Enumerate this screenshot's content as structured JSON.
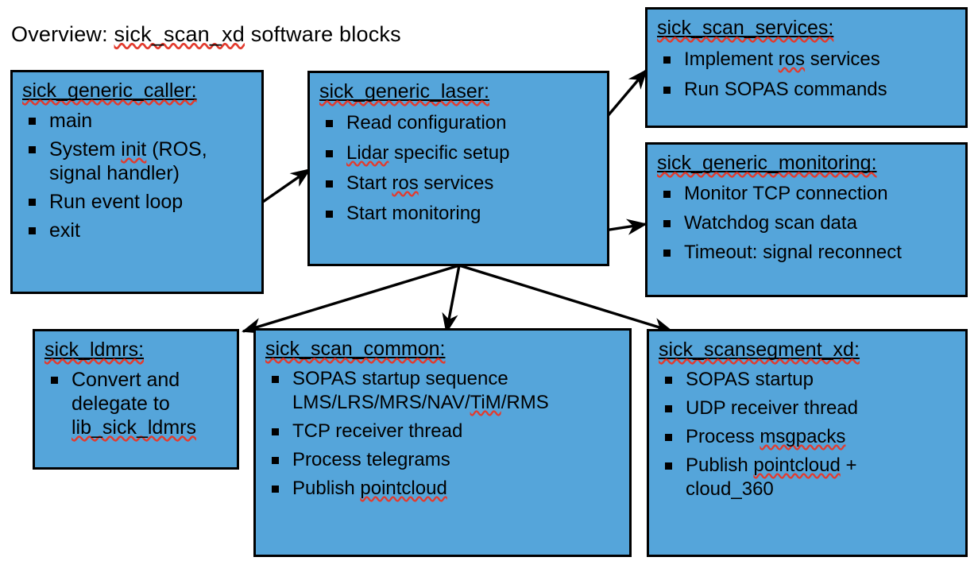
{
  "page": {
    "title": "Overview: sick_scan_xd software blocks",
    "title_parts": {
      "prefix": "Overview: ",
      "highlight": "sick_scan_xd",
      "suffix": " software blocks"
    },
    "box_fill_color": "#55a5da",
    "box_border_color": "#000000",
    "text_color": "#000000",
    "spellcheck_underline_color": "#e23b2e",
    "background_color": "#ffffff"
  },
  "blocks": [
    {
      "id": "sick_generic_caller",
      "title": "sick_generic_caller:",
      "items": [
        "main",
        "System init (ROS, signal handler)",
        "Run event loop",
        "exit"
      ]
    },
    {
      "id": "sick_generic_laser",
      "title": "sick_generic_laser:",
      "items": [
        "Read configuration",
        "Lidar specific setup",
        "Start ros services",
        "Start monitoring"
      ]
    },
    {
      "id": "sick_scan_services",
      "title": "sick_scan_services:",
      "items": [
        "Implement ros services",
        "Run SOPAS commands"
      ]
    },
    {
      "id": "sick_generic_monitoring",
      "title": "sick_generic_monitoring:",
      "items": [
        "Monitor TCP connection",
        "Watchdog scan data",
        "Timeout: signal reconnect"
      ]
    },
    {
      "id": "sick_ldmrs",
      "title": "sick_ldmrs:",
      "items": [
        "Convert and delegate to lib_sick_ldmrs"
      ]
    },
    {
      "id": "sick_scan_common",
      "title": "sick_scan_common:",
      "items": [
        "SOPAS startup sequence LMS/LRS/MRS/NAV/TiM/RMS",
        "TCP receiver thread",
        "Process telegrams",
        "Publish pointcloud"
      ]
    },
    {
      "id": "sick_scansegment_xd",
      "title": "sick_scansegment_xd:",
      "items": [
        "SOPAS startup",
        "UDP receiver thread",
        "Process msgpacks",
        "Publish pointcloud + cloud_360"
      ]
    }
  ],
  "connections": [
    {
      "from": "sick_generic_caller",
      "to": "sick_generic_laser"
    },
    {
      "from": "sick_generic_laser",
      "to": "sick_scan_services"
    },
    {
      "from": "sick_generic_laser",
      "to": "sick_generic_monitoring"
    },
    {
      "from": "sick_generic_laser",
      "to": "sick_ldmrs"
    },
    {
      "from": "sick_generic_laser",
      "to": "sick_scan_common"
    },
    {
      "from": "sick_generic_laser",
      "to": "sick_scansegment_xd"
    }
  ]
}
